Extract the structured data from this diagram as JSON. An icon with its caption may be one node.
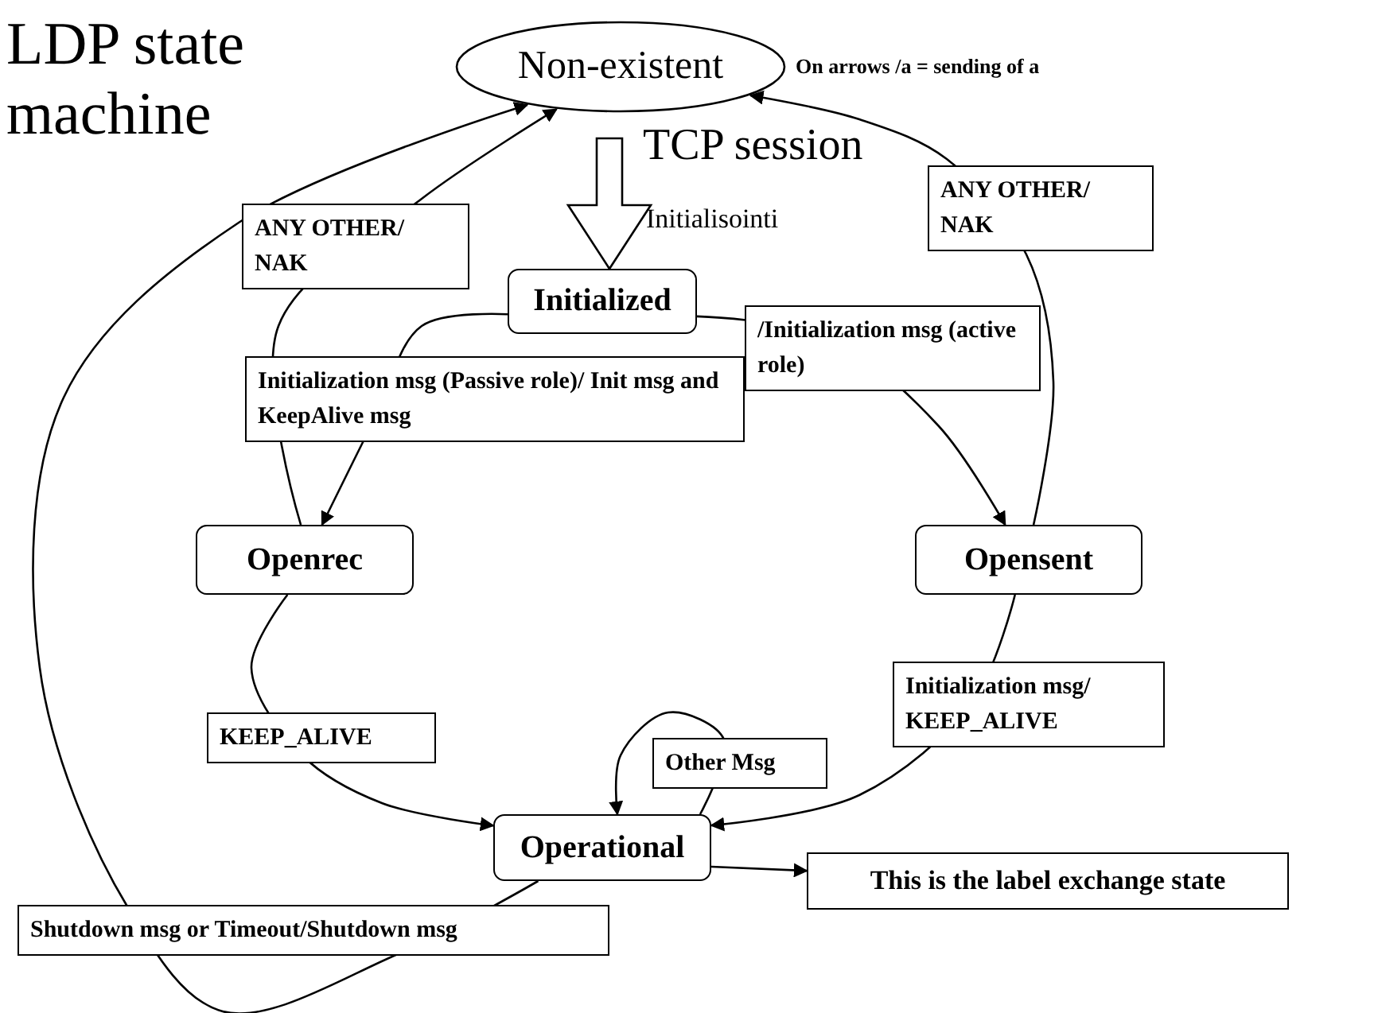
{
  "diagram": {
    "title": "LDP state machine",
    "nodes": [
      {
        "text": [
          "Non-existent"
        ]
      },
      {
        "text": [
          "Initialized"
        ]
      },
      {
        "text": [
          "Openrec"
        ]
      },
      {
        "text": [
          "Opensent"
        ]
      },
      {
        "text": [
          "Operational"
        ]
      },
      {
        "text": [
          "This is the label exchange state"
        ]
      }
    ],
    "edges": [
      {
        "from": 0,
        "to": 1,
        "arrow": "to",
        "style": "thick",
        "label": "TCP session"
      },
      {
        "from": 1,
        "to": 2,
        "arrow": "to",
        "label": "Initialization msg (Passive role)/ Init msg and KeepAlive msg"
      },
      {
        "from": 1,
        "to": 3,
        "arrow": "to",
        "label": "/Initialization msg (active role)"
      },
      {
        "from": 2,
        "to": 0,
        "arrow": "to",
        "label": "ANY OTHER/ NAK"
      },
      {
        "from": 3,
        "to": 0,
        "arrow": "to",
        "label": "ANY OTHER/ NAK"
      },
      {
        "from": 2,
        "to": 4,
        "arrow": "to",
        "label": "KEEP_ALIVE"
      },
      {
        "from": 3,
        "to": 4,
        "arrow": "to",
        "label": "Initialization msg/ KEEP_ALIVE"
      },
      {
        "from": 4,
        "to": 4,
        "arrow": "to",
        "label": "Other Msg"
      },
      {
        "from": 4,
        "to": 0,
        "arrow": "to",
        "label": "Shutdown msg or Timeout/Shutdown msg"
      },
      {
        "from": 4,
        "to": 5,
        "arrow": "to"
      }
    ],
    "labels": [
      "Initialisointi",
      "On arrows /a = sending of a"
    ]
  }
}
